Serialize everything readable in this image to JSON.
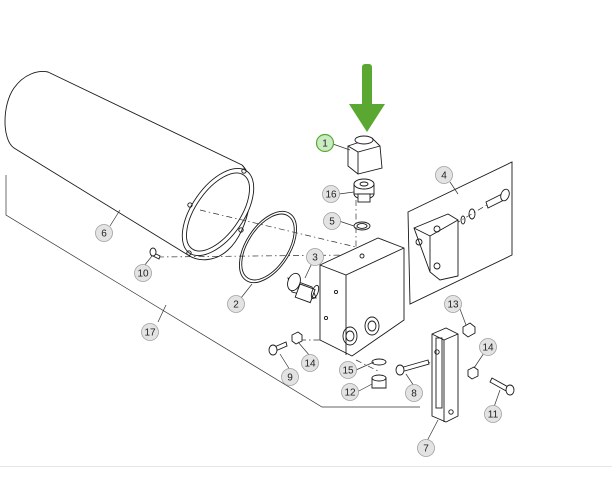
{
  "diagram": {
    "accent_color": "#5aa832",
    "highlight_callout": "1",
    "callouts": [
      {
        "label": "1"
      },
      {
        "label": "2"
      },
      {
        "label": "3"
      },
      {
        "label": "4"
      },
      {
        "label": "5"
      },
      {
        "label": "6"
      },
      {
        "label": "7"
      },
      {
        "label": "8"
      },
      {
        "label": "9"
      },
      {
        "label": "10"
      },
      {
        "label": "11"
      },
      {
        "label": "12"
      },
      {
        "label": "13"
      },
      {
        "label": "14"
      },
      {
        "label": "14"
      },
      {
        "label": "15"
      },
      {
        "label": "16"
      },
      {
        "label": "17"
      }
    ],
    "icons": [
      "arrow-down-icon"
    ]
  }
}
